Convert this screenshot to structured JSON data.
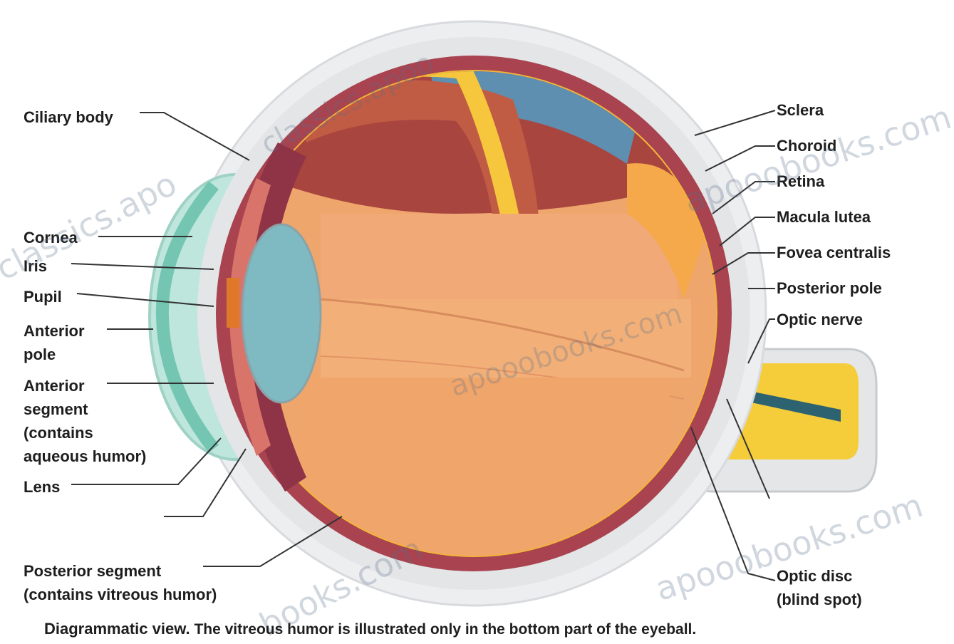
{
  "labels": {
    "ciliary_body": "Ciliary body",
    "cornea": "Cornea",
    "iris": "Iris",
    "pupil": "Pupil",
    "anterior_pole": [
      "Anterior",
      "pole"
    ],
    "anterior_segment": [
      "Anterior",
      "segment",
      "(contains",
      "aqueous humor)"
    ],
    "lens": "Lens",
    "posterior_segment": [
      "Posterior segment",
      "(contains vitreous humor)"
    ],
    "sclera": "Sclera",
    "choroid": "Choroid",
    "retina": "Retina",
    "macula_lutea": "Macula lutea",
    "fovea_centralis": "Fovea centralis",
    "posterior_pole": "Posterior pole",
    "optic_nerve": "Optic nerve",
    "optic_disc": [
      "Optic disc",
      "(blind spot)"
    ]
  },
  "caption": {
    "lead": "Diagrammatic view.",
    "text": "The vitreous humor is illustrated only in the bottom part of the eyeball."
  },
  "watermarks": [
    "classics.apo",
    "classics.apoo",
    "apooobooks.com",
    "apooobooks.com",
    "apooobooks.com",
    "books.com"
  ],
  "colors": {
    "sclera": "#e6e8ea",
    "choroid": "#9c3d4a",
    "retina": "#f2b53a",
    "vitreous": "#f0a86e",
    "cornea": "#8ad0c0",
    "lens": "#7fb9c2",
    "muscle": "#b85a45",
    "optic_nerve": "#f5cc3a",
    "label_lines": "#333333"
  },
  "icons": [
    "eyeball-cross-section"
  ]
}
